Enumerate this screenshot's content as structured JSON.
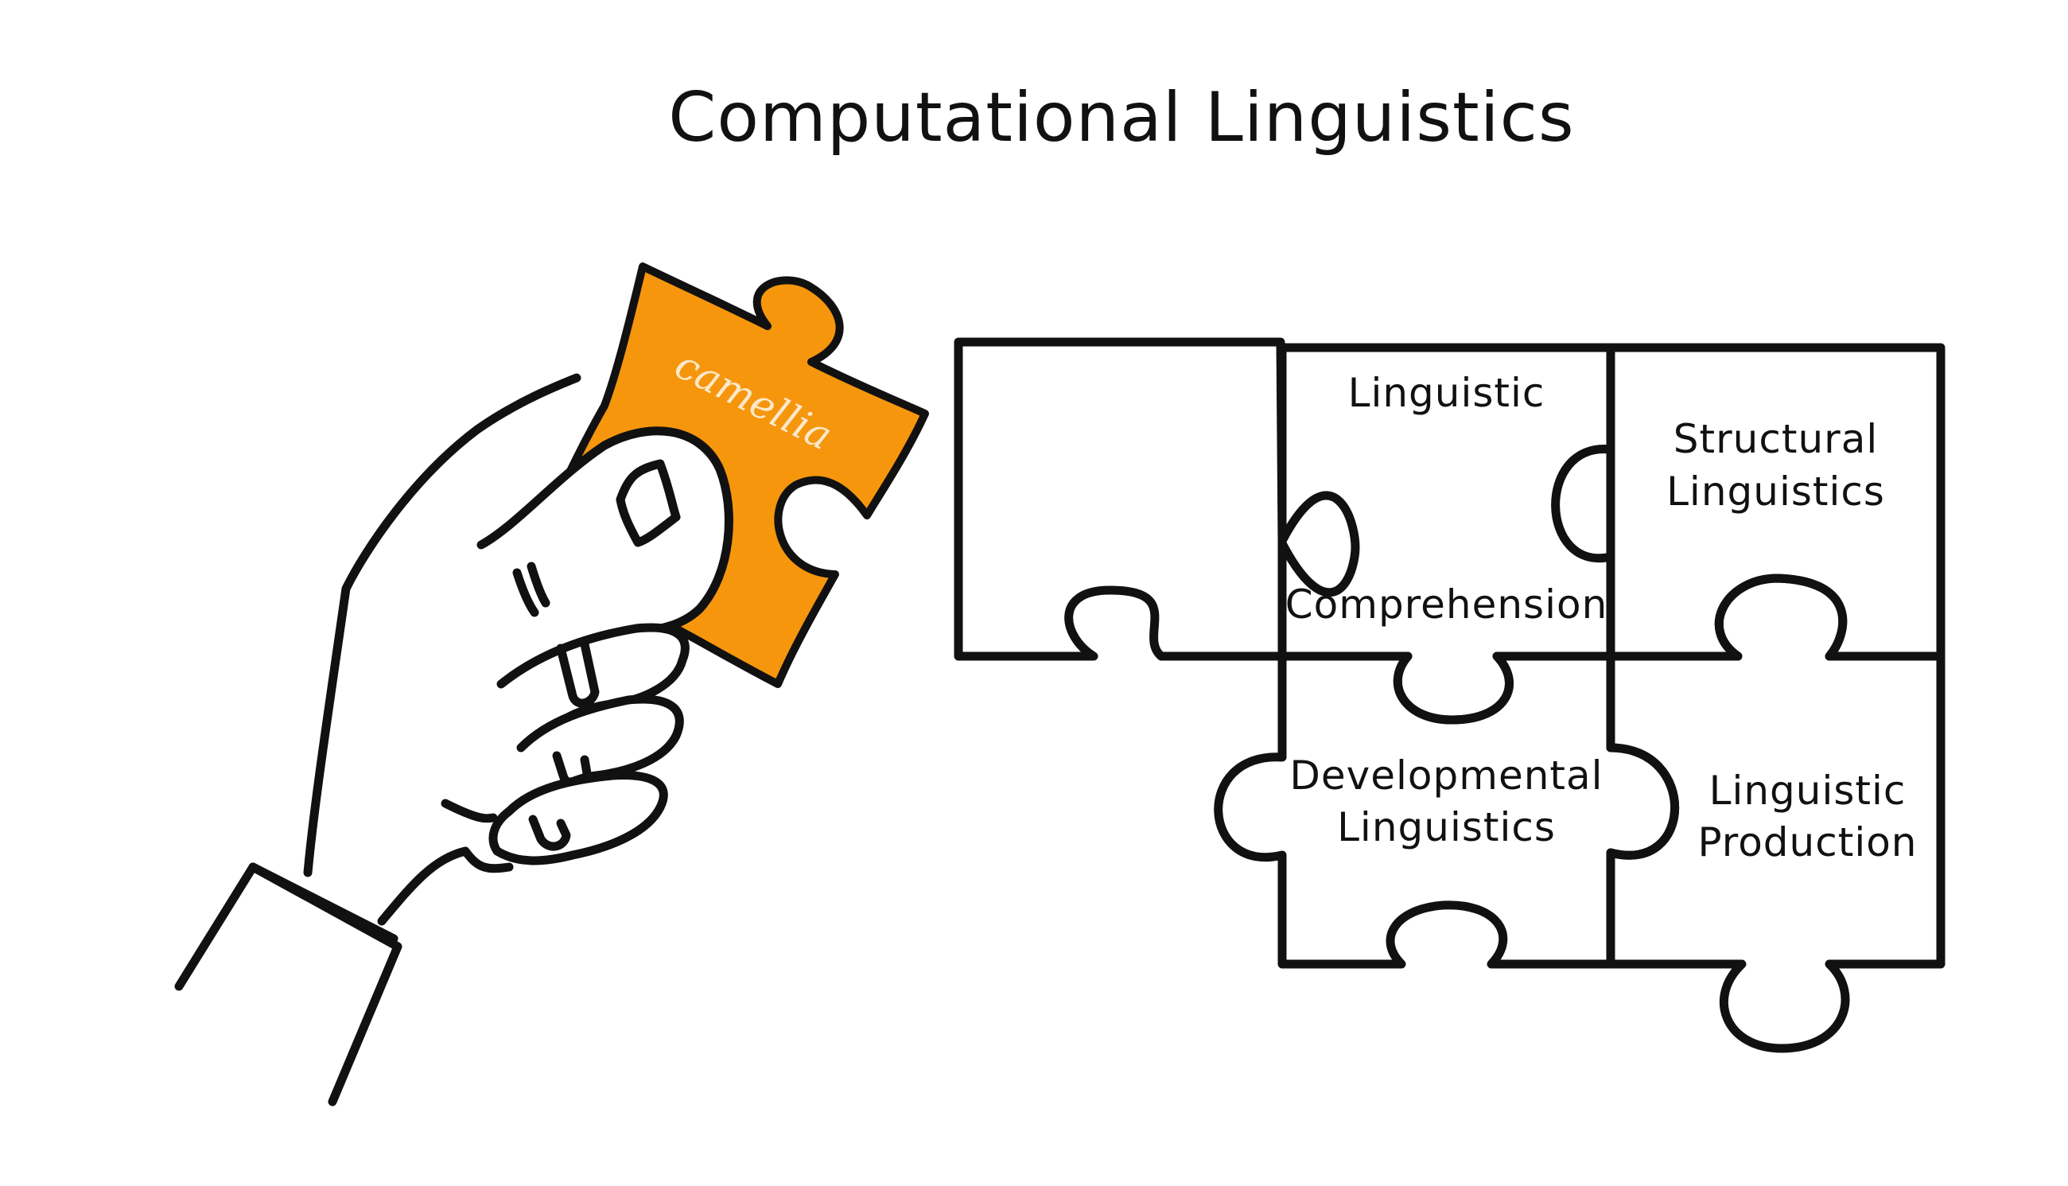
{
  "title": "Computational Linguistics",
  "brand_text": "camellia",
  "colors": {
    "accent": "#F5960D",
    "stroke": "#111111",
    "background": "#FFFFFF"
  },
  "pieces": [
    {
      "id": "empty",
      "label": ""
    },
    {
      "id": "linguistic-comprehension",
      "label_top": "Linguistic",
      "label_bottom": "Comprehension"
    },
    {
      "id": "structural-linguistics",
      "line1": "Structural",
      "line2": "Linguistics"
    },
    {
      "id": "developmental-linguistics",
      "line1": "Developmental",
      "line2": "Linguistics"
    },
    {
      "id": "linguistic-production",
      "line1": "Linguistic",
      "line2": "Production"
    }
  ]
}
